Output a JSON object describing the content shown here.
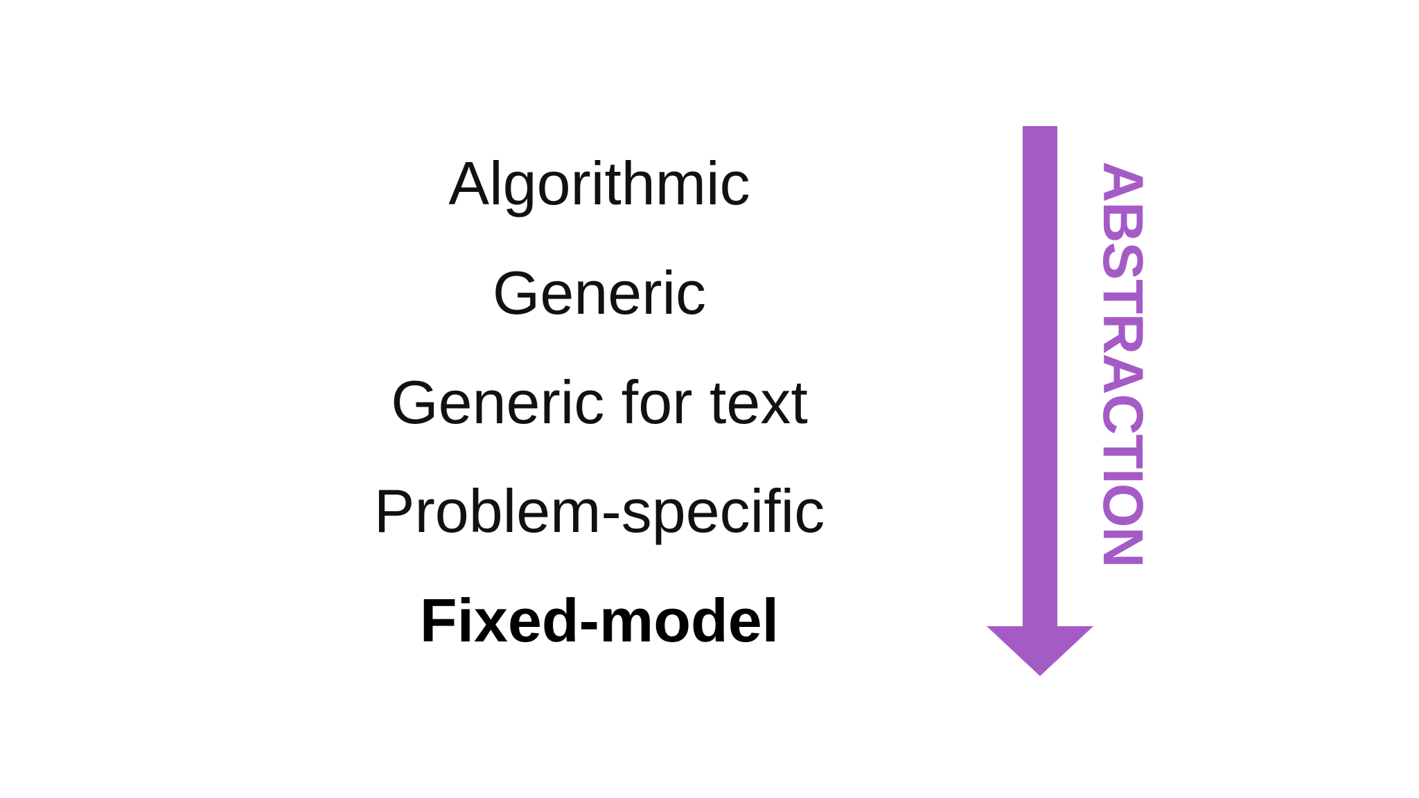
{
  "levels": [
    {
      "label": "Algorithmic"
    },
    {
      "label": "Generic"
    },
    {
      "label": "Generic for text"
    },
    {
      "label": "Problem-specific"
    },
    {
      "label": "Fixed-model"
    }
  ],
  "arrow": {
    "label": "ABSTRACTION",
    "direction": "down",
    "color": "#a55bc6"
  }
}
